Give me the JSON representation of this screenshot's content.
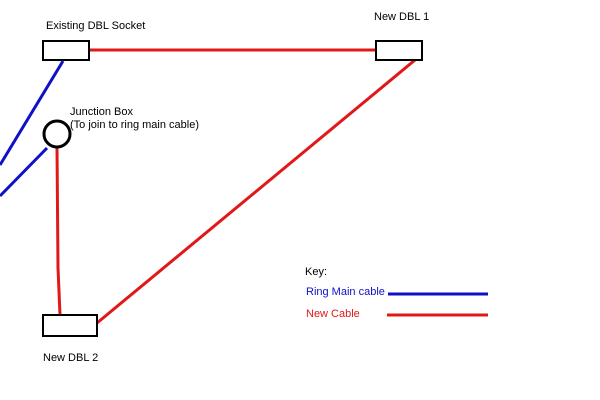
{
  "diagram": {
    "labels": {
      "existing_socket": "Existing DBL Socket",
      "new_dbl_1": "New DBL 1",
      "new_dbl_2": "New DBL 2",
      "junction_box_title": "Junction Box",
      "junction_box_note": "(To join to ring main cable)"
    },
    "key": {
      "title": "Key:",
      "items": [
        {
          "label": "Ring Main cable",
          "color": "#1010c8"
        },
        {
          "label": "New Cable",
          "color": "#e01818"
        }
      ]
    }
  }
}
